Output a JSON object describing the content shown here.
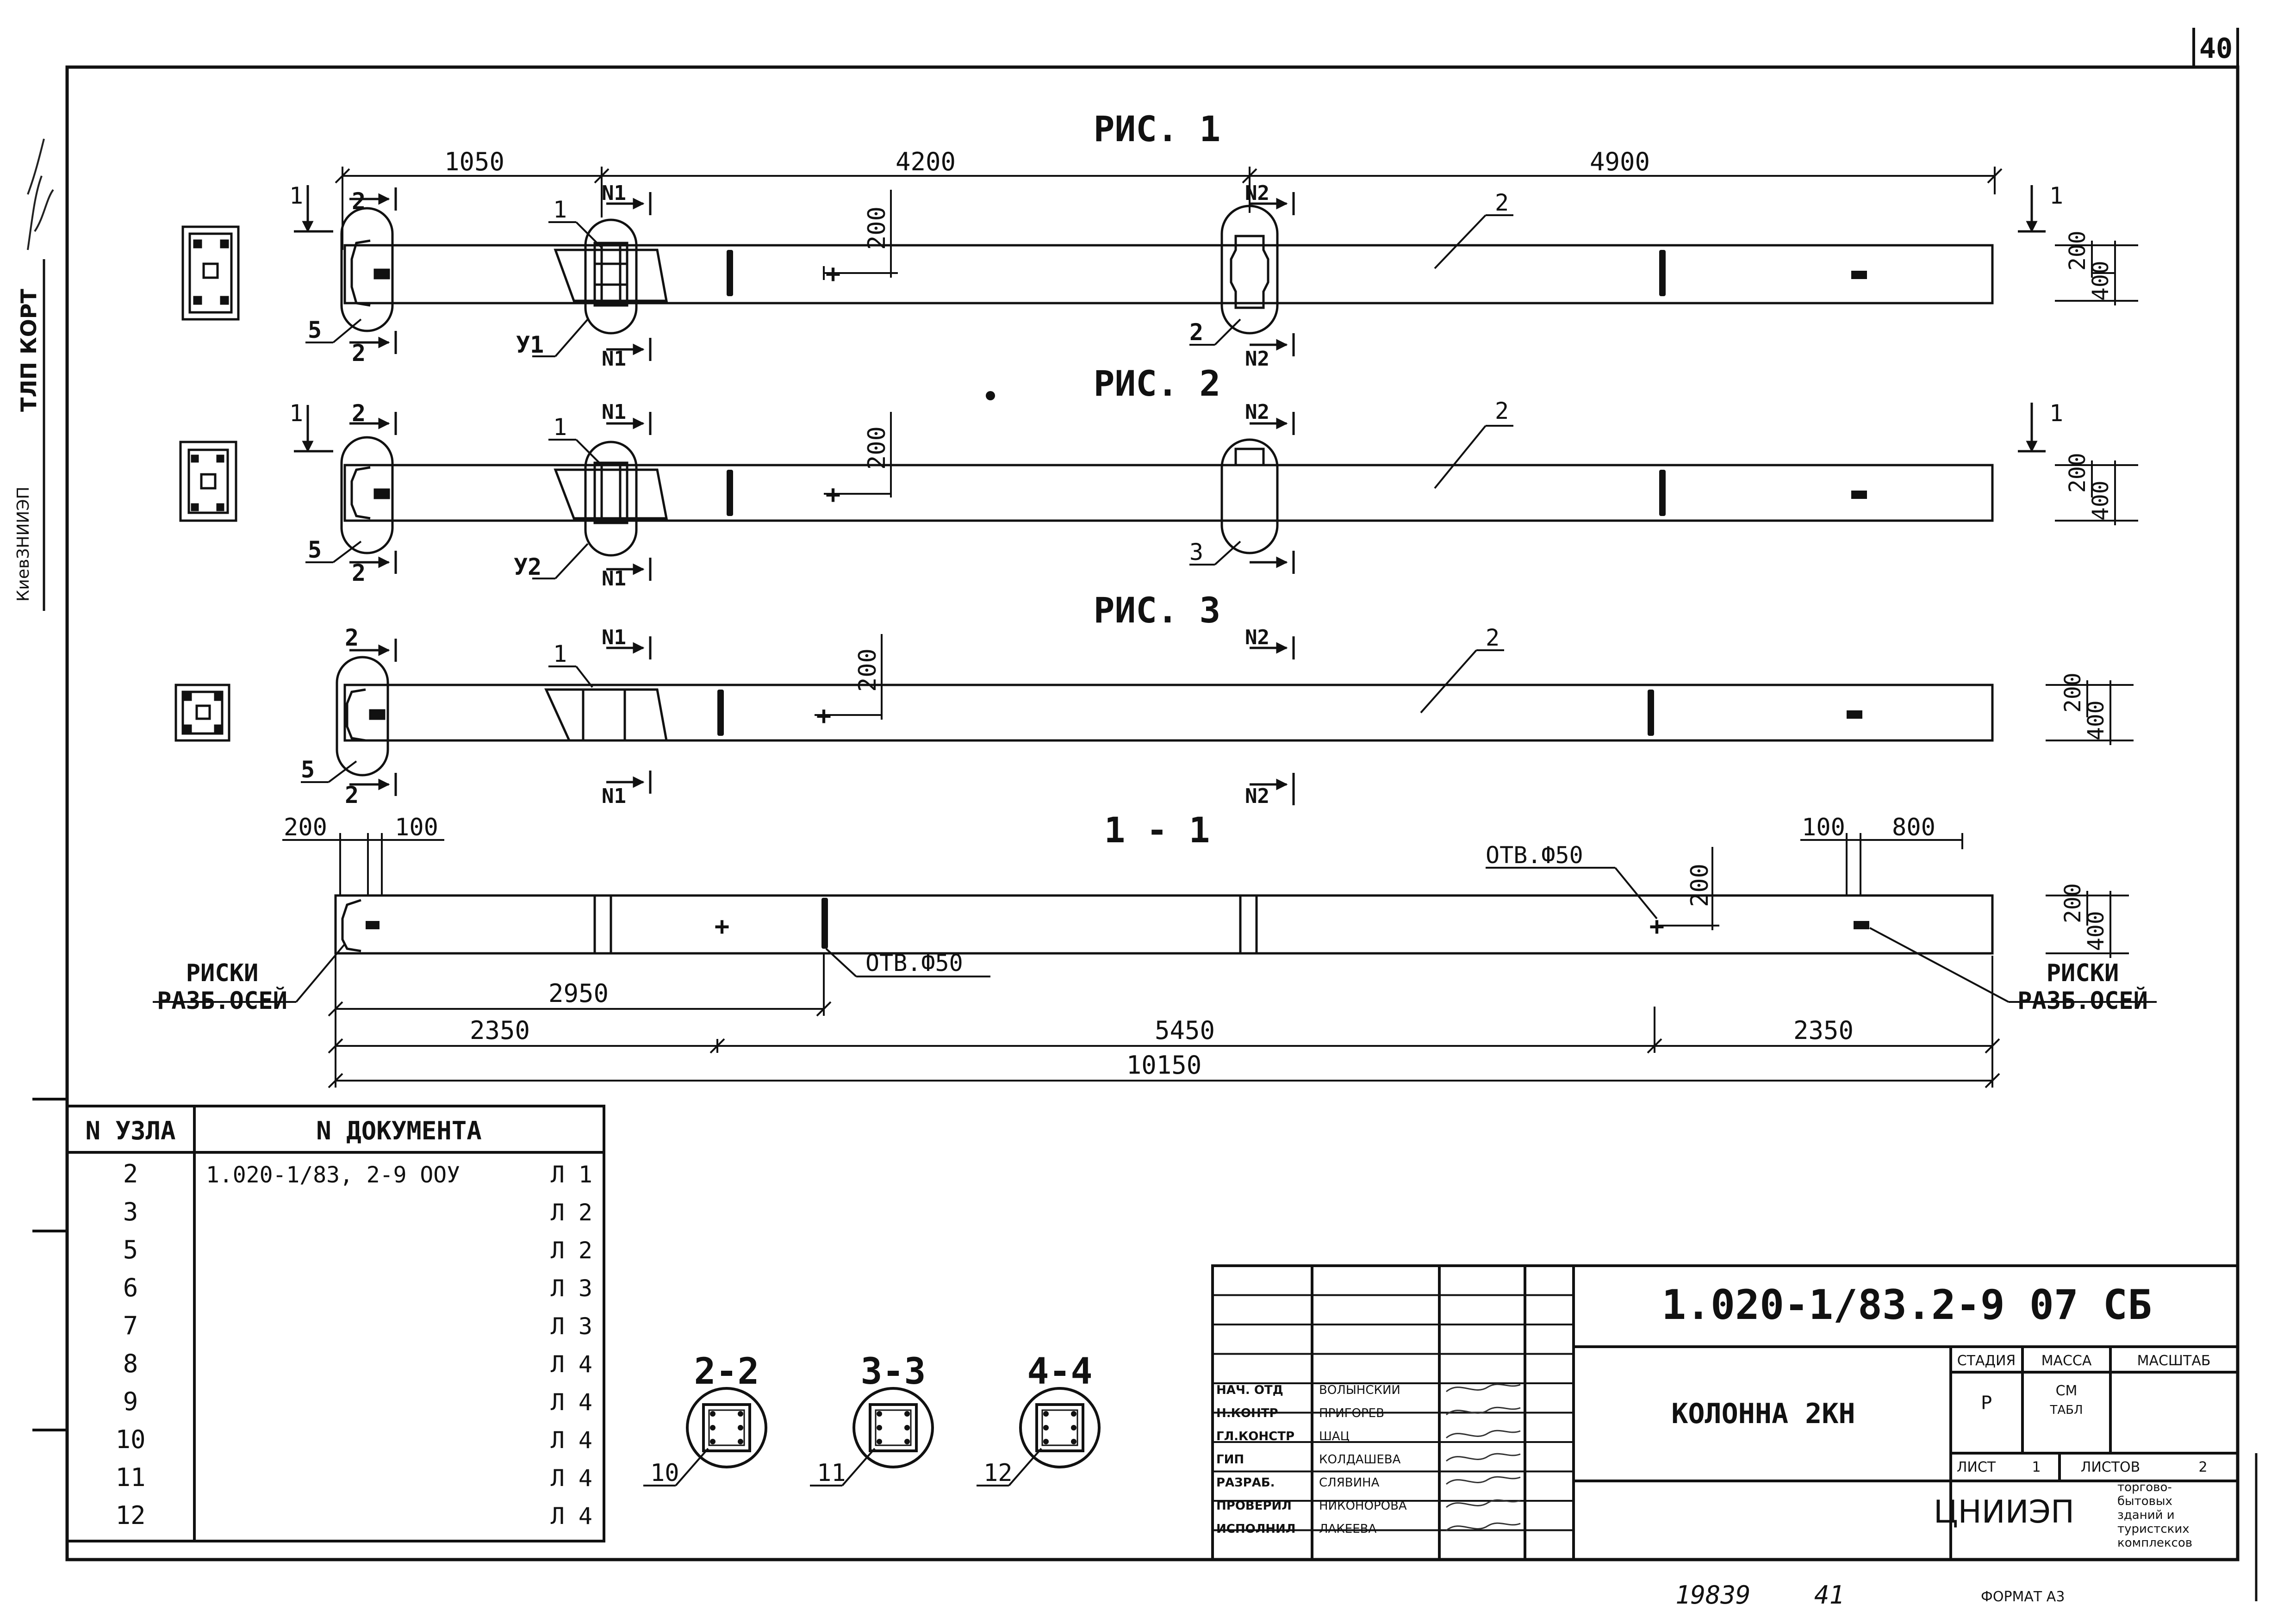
{
  "page_number": "40",
  "side_stamp": {
    "org": "КиевЗНИИЭП",
    "dept": "ТЛП КОРТ"
  },
  "figures": {
    "fig1_title": "РИС. 1",
    "fig2_title": "РИС. 2",
    "fig3_title": "РИС. 3",
    "section_title": "1 - 1",
    "dims_top": [
      "1050",
      "4200",
      "4900"
    ],
    "dim_200": "200",
    "dim_400": "400",
    "section_marks": {
      "s1": "1",
      "s2": "2",
      "n1": "N1",
      "n2": "N2"
    },
    "callouts": {
      "c1": "1",
      "c2": "2",
      "c3": "3",
      "c5": "5",
      "u1": "У1",
      "u2": "У2"
    },
    "section": {
      "dim_left_200": "200",
      "dim_left_100": "100",
      "dim_right_100": "100",
      "dim_right_800": "800",
      "hole_label": "ОТВ.Ф50",
      "risk_line1": "РИСКИ",
      "risk_line2": "РАЗБ.ОСЕЙ",
      "dim_2950": "2950",
      "dim_2350": "2350",
      "dim_5450": "5450",
      "dim_10150": "10150"
    }
  },
  "node_table": {
    "headers": [
      "N УЗЛА",
      "N ДОКУМЕНТА"
    ],
    "rows": [
      {
        "node": "2",
        "doc": "1.020-1/83, 2-9 ООУ",
        "sheet": "Л 1"
      },
      {
        "node": "3",
        "doc": "",
        "sheet": "Л 2"
      },
      {
        "node": "5",
        "doc": "",
        "sheet": "Л 2"
      },
      {
        "node": "6",
        "doc": "",
        "sheet": "Л 3"
      },
      {
        "node": "7",
        "doc": "",
        "sheet": "Л 3"
      },
      {
        "node": "8",
        "doc": "",
        "sheet": "Л 4"
      },
      {
        "node": "9",
        "doc": "",
        "sheet": "Л 4"
      },
      {
        "node": "10",
        "doc": "",
        "sheet": "Л 4"
      },
      {
        "node": "11",
        "doc": "",
        "sheet": "Л 4"
      },
      {
        "node": "12",
        "doc": "",
        "sheet": "Л 4"
      }
    ]
  },
  "cross_sections": [
    {
      "title": "2-2",
      "callout": "10"
    },
    {
      "title": "3-3",
      "callout": "11"
    },
    {
      "title": "4-4",
      "callout": "12"
    }
  ],
  "title_block": {
    "doc_code": "1.020-1/83.2-9 07 СБ",
    "item_name": "КОЛОННА 2КН",
    "stage_header": "СТАДИЯ",
    "mass_header": "МАССА",
    "scale_header": "МАСШТАБ",
    "stage_value": "Р",
    "mass_value_1": "СМ",
    "mass_value_2": "ТАБЛ",
    "sheet_label": "ЛИСТ",
    "sheet_value": "1",
    "sheets_label": "ЛИСТОВ",
    "sheets_value": "2",
    "org": "ЦНИИЭП",
    "org_desc": [
      "торгово-",
      "бытовых",
      "зданий и",
      "туристских",
      "комплексов"
    ],
    "signatures": [
      {
        "role": "НАЧ. ОТД",
        "name": "ВОЛЫНСКИЙ"
      },
      {
        "role": "Н.КОНТР",
        "name": "ПРИГОРЕВ"
      },
      {
        "role": "ГЛ.КОНСТР",
        "name": "ШАЦ"
      },
      {
        "role": "ГИП",
        "name": "КОЛДАШЕВА"
      },
      {
        "role": "РАЗРАБ.",
        "name": "СЛЯВИНА"
      },
      {
        "role": "ПРОВЕРИЛ",
        "name": "НИКОНОРОВА"
      },
      {
        "role": "ИСПОЛНИЛ",
        "name": "ЛАКЕЕВА"
      }
    ]
  },
  "footer": {
    "inventory": "19839",
    "inventory_sheet": "41",
    "format": "ФОРМАТ А3"
  }
}
